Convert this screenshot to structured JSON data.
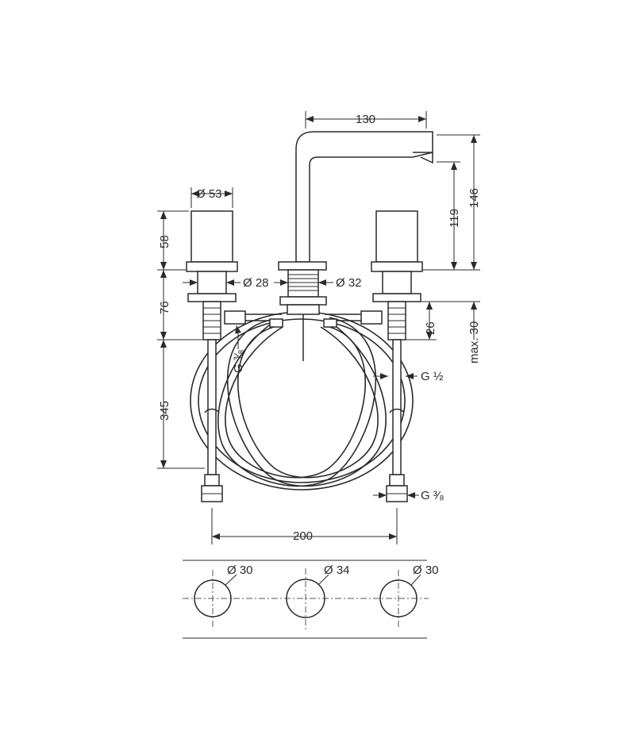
{
  "dimensions": {
    "spout_reach": "130",
    "spout_height_outlet": "119",
    "spout_height_top": "146",
    "handle_diameter": "Ø 53",
    "handle_height": "58",
    "shank_diameter": "Ø 28",
    "spout_base_diameter": "Ø 32",
    "body_height": "76",
    "fitting_height": "26",
    "max_thickness": "max. 30",
    "hose_length": "345",
    "thread_top": "G ³⁄₈",
    "thread_inlet": "G ½",
    "thread_outlet": "G ³⁄₈",
    "center_distance": "200"
  },
  "holes": {
    "left": "Ø 30",
    "center": "Ø 34",
    "right": "Ø 30"
  },
  "colors": {
    "line": "#2a2a2a",
    "background": "#ffffff"
  }
}
